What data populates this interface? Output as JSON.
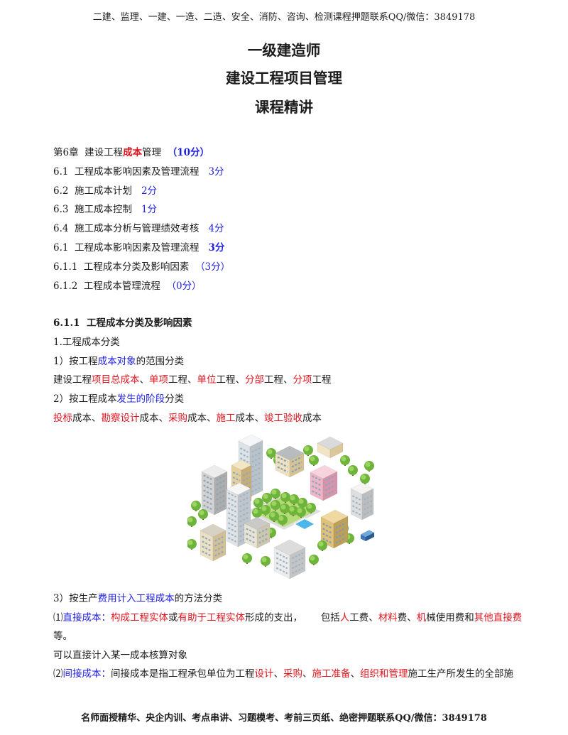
{
  "header": {
    "text": "二建、监理、一建、一造、二造、安全、消防、咨询、检测课程押题联系QQ/微信：3849178"
  },
  "title": {
    "line1": "一级建造师",
    "line2": "建设工程项目管理",
    "line3": "课程精讲"
  },
  "colors": {
    "text": "#1c1c1c",
    "red": "#e0141e",
    "blue": "#1f1fe0"
  },
  "toc": [
    {
      "segs": [
        {
          "t": "第6章  建设工程"
        },
        {
          "t": "成本",
          "c": "#e0141e",
          "bold": true
        },
        {
          "t": "管理  "
        },
        {
          "t": "（10分）",
          "c": "#1f1fe0",
          "bold": true
        }
      ]
    },
    {
      "segs": [
        {
          "t": "6.1  工程成本影响因素及管理流程   "
        },
        {
          "t": "3分",
          "c": "#1f1fe0"
        }
      ]
    },
    {
      "segs": [
        {
          "t": "6.2  施工成本计划   "
        },
        {
          "t": "2分",
          "c": "#1f1fe0"
        }
      ]
    },
    {
      "segs": [
        {
          "t": "6.3  施工成本控制   "
        },
        {
          "t": "1分",
          "c": "#1f1fe0"
        }
      ]
    },
    {
      "segs": [
        {
          "t": "6.4  施工成本分析与管理绩效考核   "
        },
        {
          "t": "4分",
          "c": "#1f1fe0"
        }
      ]
    },
    {
      "segs": [
        {
          "t": "6.1  工程成本影响因素及管理流程   "
        },
        {
          "t": "3分",
          "c": "#1f1fe0",
          "bold": true
        }
      ]
    },
    {
      "segs": [
        {
          "t": "6.1.1  工程成本分类及影响因素  "
        },
        {
          "t": "（3分）",
          "c": "#1f1fe0"
        }
      ]
    },
    {
      "segs": [
        {
          "t": "6.1.2  工程成本管理流程  "
        },
        {
          "t": "（0分）",
          "c": "#1f1fe0"
        }
      ]
    }
  ],
  "section": {
    "heading": "6.1.1  工程成本分类及影响因素",
    "lines": [
      {
        "segs": [
          {
            "t": "1.工程成本分类"
          }
        ]
      },
      {
        "segs": [
          {
            "t": "1）按工程"
          },
          {
            "t": "成本对象",
            "c": "#1f1fe0"
          },
          {
            "t": "的范围分类"
          }
        ]
      },
      {
        "segs": [
          {
            "t": "建设工程"
          },
          {
            "t": "项目总成本",
            "c": "#e0141e"
          },
          {
            "t": "、"
          },
          {
            "t": "单项",
            "c": "#e0141e"
          },
          {
            "t": "工程、"
          },
          {
            "t": "单位",
            "c": "#e0141e"
          },
          {
            "t": "工程、"
          },
          {
            "t": "分部",
            "c": "#e0141e"
          },
          {
            "t": "工程、"
          },
          {
            "t": "分项",
            "c": "#e0141e"
          },
          {
            "t": "工程"
          }
        ]
      },
      {
        "segs": [
          {
            "t": "2）按工程成本"
          },
          {
            "t": "发生的阶段",
            "c": "#1f1fe0"
          },
          {
            "t": "分类"
          }
        ]
      },
      {
        "segs": [
          {
            "t": "投标",
            "c": "#e0141e"
          },
          {
            "t": "成本、"
          },
          {
            "t": "勘察设计",
            "c": "#e0141e"
          },
          {
            "t": "成本、"
          },
          {
            "t": "采购",
            "c": "#e0141e"
          },
          {
            "t": "成本、"
          },
          {
            "t": "施工",
            "c": "#e0141e"
          },
          {
            "t": "成本、"
          },
          {
            "t": "竣工验收",
            "c": "#e0141e"
          },
          {
            "t": "成本"
          }
        ]
      }
    ],
    "lines_after_figure": [
      {
        "segs": [
          {
            "t": "3）按生产"
          },
          {
            "t": "费用计入工程成本",
            "c": "#1f1fe0"
          },
          {
            "t": "的方法分类"
          }
        ]
      },
      {
        "segs": [
          {
            "t": "⑴"
          },
          {
            "t": "直接成本：",
            "c": "#1f1fe0"
          },
          {
            "t": "构成工程实体",
            "c": "#e0141e"
          },
          {
            "t": "或"
          },
          {
            "t": "有助于工程实体",
            "c": "#e0141e"
          },
          {
            "t": "形成的支出，      包括"
          },
          {
            "t": "人",
            "c": "#e0141e"
          },
          {
            "t": "工费、"
          },
          {
            "t": "材料",
            "c": "#e0141e"
          },
          {
            "t": "费、"
          },
          {
            "t": "机",
            "c": "#e0141e"
          },
          {
            "t": "械使用费和"
          },
          {
            "t": "其他直接费",
            "c": "#e0141e"
          }
        ]
      },
      {
        "segs": [
          {
            "t": "等。"
          }
        ]
      },
      {
        "segs": [
          {
            "t": "可以直接计入某一成本核算对象"
          }
        ]
      },
      {
        "segs": [
          {
            "t": "⑵"
          },
          {
            "t": "间接成本：",
            "c": "#1f1fe0"
          },
          {
            "t": "间接成本是指工程承包单位为工程"
          },
          {
            "t": "设计",
            "c": "#e0141e"
          },
          {
            "t": "、"
          },
          {
            "t": "采购",
            "c": "#e0141e"
          },
          {
            "t": "、"
          },
          {
            "t": "施工准备",
            "c": "#e0141e"
          },
          {
            "t": "、"
          },
          {
            "t": "组织和管理",
            "c": "#e0141e"
          },
          {
            "t": "施工生产所发生的全部施"
          }
        ]
      }
    ]
  },
  "footer": {
    "text": "名师面授精华、央企内训、考点串讲、习题模考、考前三页纸、绝密押题联系QQ/微信：3849178"
  }
}
